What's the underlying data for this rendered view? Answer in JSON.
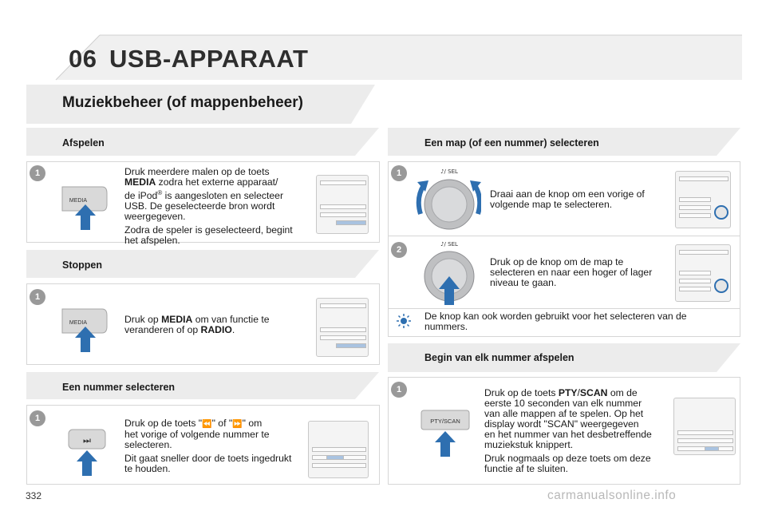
{
  "header": {
    "chapter_number": "06",
    "chapter_title": "USB-APPARAAT"
  },
  "section": {
    "title": "Muziekbeheer (of mappenbeheer)"
  },
  "left": {
    "afspelen": {
      "heading": "Afspelen",
      "step": "1",
      "button_label": "MEDIA",
      "text_1a": "Druk meerdere malen op de toets",
      "text_1b_bold": "MEDIA",
      "text_1b": " zodra het externe apparaat/",
      "text_1c": "de iPod",
      "text_1c_sup": "®",
      "text_1d": " is aangesloten en selecteer",
      "text_1e": "USB. De geselecteerde bron wordt",
      "text_1f": "weergegeven.",
      "text_2a": "Zodra de speler is geselecteerd, begint",
      "text_2b": "het afspelen."
    },
    "stoppen": {
      "heading": "Stoppen",
      "step": "1",
      "button_label": "MEDIA",
      "text_a": "Druk op ",
      "text_a_bold": "MEDIA",
      "text_b": " om van functie te",
      "text_c": "veranderen of op ",
      "text_c_bold": "RADIO",
      "text_d": "."
    },
    "nummer": {
      "heading": "Een nummer selecteren",
      "step": "1",
      "button_label": "⏭",
      "text_1a": "Druk op de toets \"",
      "text_1_prev": "⏪",
      "text_1b": "\" of \"",
      "text_1_next": "⏩",
      "text_1c": "\" om",
      "text_1d": "het vorige of volgende nummer te",
      "text_1e": "selecteren.",
      "text_2a": "Dit gaat sneller door de toets ingedrukt",
      "text_2b": "te houden."
    }
  },
  "right": {
    "map": {
      "heading": "Een map (of een nummer) selecteren",
      "step1": "1",
      "knob1_label": "♪/ SEL",
      "text1_a": "Draai aan de knop om een vorige of",
      "text1_b": "volgende map te selecteren.",
      "step2": "2",
      "knob2_label": "♪/ SEL",
      "text2_a": "Druk op de knop om de map te",
      "text2_b": "selecteren en naar een hoger of lager",
      "text2_c": "niveau te gaan.",
      "tip_a": "De knop kan ook worden gebruikt voor het selecteren van de",
      "tip_b": "nummers."
    },
    "begin": {
      "heading": "Begin van elk nummer afspelen",
      "step": "1",
      "button_label": "PTY/SCAN",
      "text_1a": "Druk op de toets ",
      "text_1a_bold": "PTY",
      "text_1a_sep": "/",
      "text_1a_bold2": "SCAN",
      "text_1a_end": " om de",
      "text_1b": "eerste 10 seconden van elk nummer",
      "text_1c": "van alle mappen af te spelen. Op het",
      "text_1d": "display wordt \"SCAN\" weergegeven",
      "text_1e": "en het nummer van het desbetreffende",
      "text_1f": "muziekstuk knippert.",
      "text_2a": "Druk nogmaals op deze toets om deze",
      "text_2b": "functie af te sluiten."
    }
  },
  "footer": {
    "page_number": "332",
    "watermark": "carmanualsonline.info"
  },
  "colors": {
    "accent_blue": "#2e6fb0",
    "badge_grey": "#9a9a9a",
    "banner_grey": "#ececec"
  }
}
